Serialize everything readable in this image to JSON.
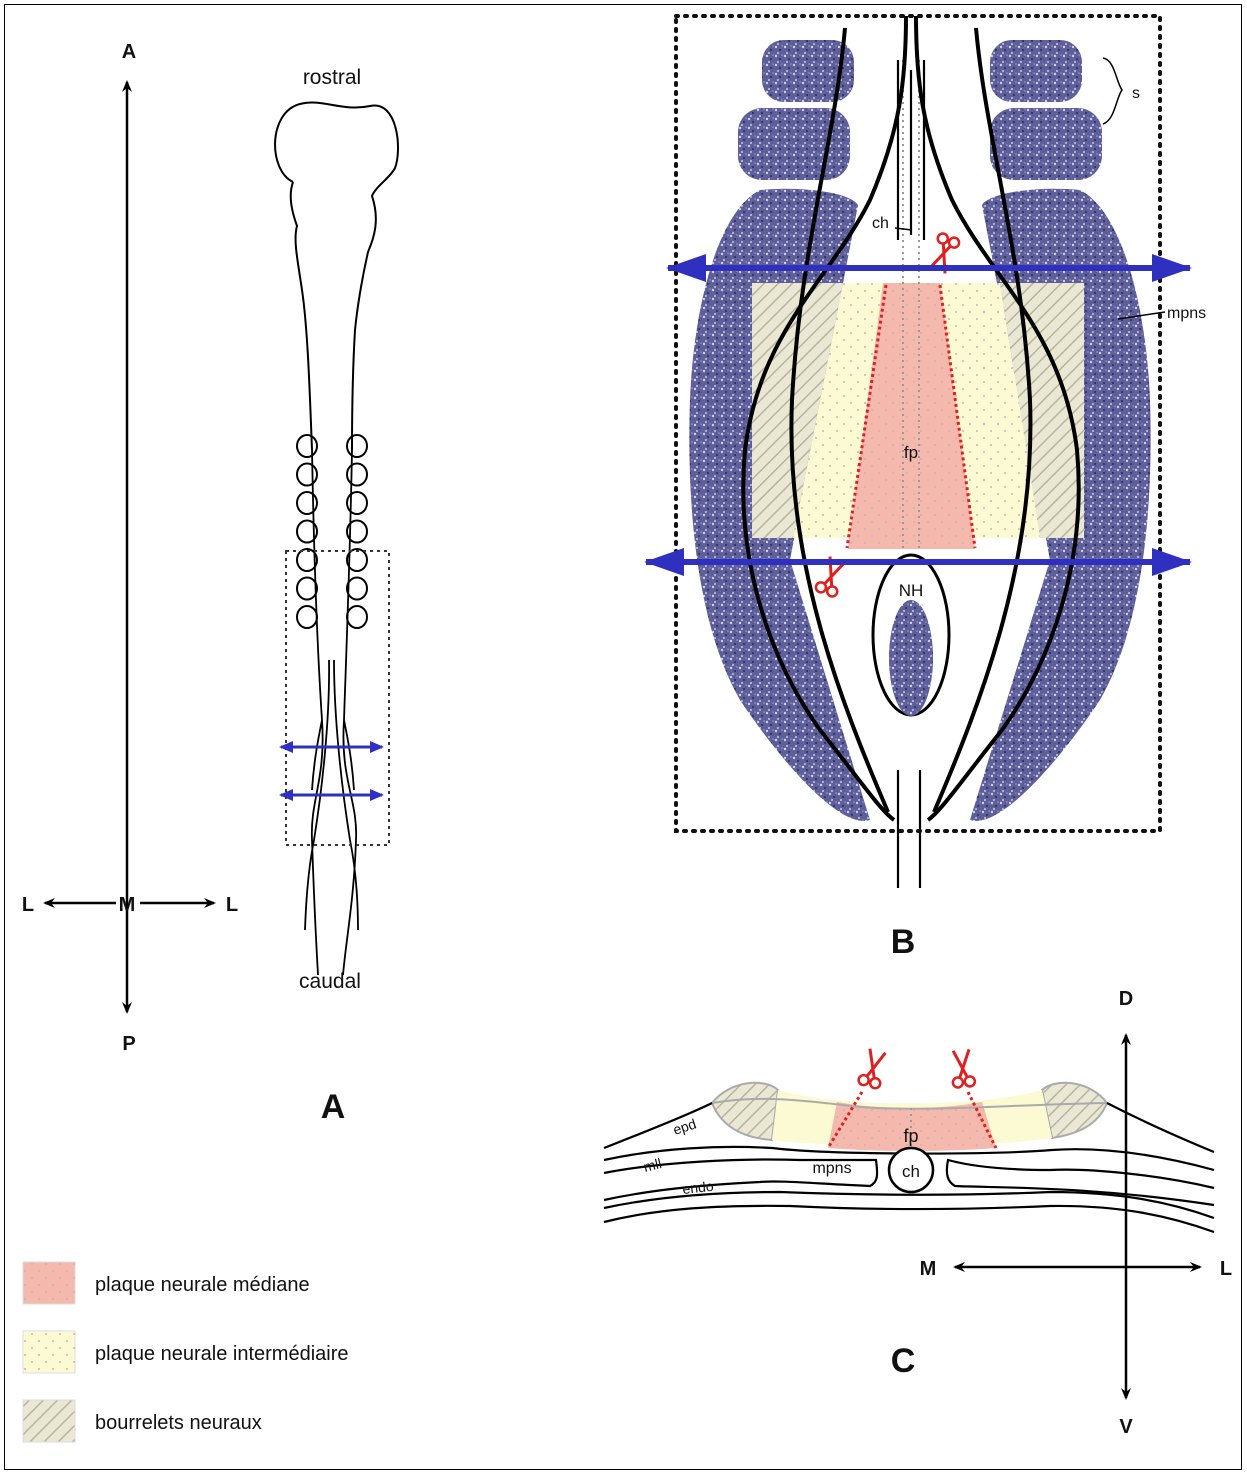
{
  "panel_a": {
    "panel_label": "A",
    "axis": {
      "anterior": "A",
      "posterior": "P",
      "medial": "M",
      "lateral_left": "L",
      "lateral_right": "L"
    },
    "rostral_label": "rostral",
    "caudal_label": "caudal",
    "somite_pairs": 7
  },
  "panel_b": {
    "panel_label": "B",
    "labels": {
      "somites": "s",
      "chorde": "ch",
      "mpns": "mpns",
      "floor_plate": "fp",
      "node": "NH"
    }
  },
  "panel_c": {
    "panel_label": "C",
    "axis": {
      "dorsal": "D",
      "ventral": "V",
      "medial": "M",
      "lateral": "L"
    },
    "labels": {
      "epd": "epd",
      "mll": "mll",
      "endo": "endo",
      "mpns": "mpns",
      "chorde": "ch",
      "floor_plate": "fp"
    }
  },
  "legend": [
    {
      "label": "plaque neurale médiane",
      "swatch": "median"
    },
    {
      "label": "plaque neurale intermédiaire",
      "swatch": "intermediate"
    },
    {
      "label": "bourrelets neuraux",
      "swatch": "folds"
    }
  ],
  "colors": {
    "median": "#f4b8ad",
    "intermediate": "#fbfad2",
    "folds": "#e6e3cf",
    "cut_line": "#e02020",
    "arrow_blue": "#2f2fc0",
    "mesoderm": "#5e5f9a"
  }
}
